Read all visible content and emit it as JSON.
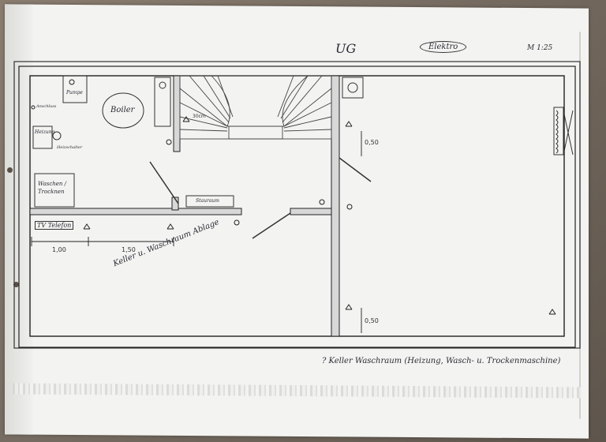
{
  "header": {
    "floor": "UG",
    "category": "Elektro",
    "scale": "M 1:25"
  },
  "rooms": {
    "boiler": "Boiler",
    "heizung": "Heizung",
    "waschen": "Waschen / Trocknen",
    "tv": "TV Telefon",
    "stauraum": "Stauraum",
    "keller_label": "Keller u. Waschraum Ablage"
  },
  "small_labels": {
    "anschluss": "Anschluss",
    "pumpe": "Pumpe",
    "heizschalter": "Heizschalter"
  },
  "dimensions": {
    "d1": "1,00",
    "d2": "1,50",
    "d3": "0,50",
    "d4": "0,50",
    "stair": "30cm"
  },
  "footer": {
    "note": "? Keller Waschraum (Heizung, Wasch- u. Trockenmaschine)"
  }
}
